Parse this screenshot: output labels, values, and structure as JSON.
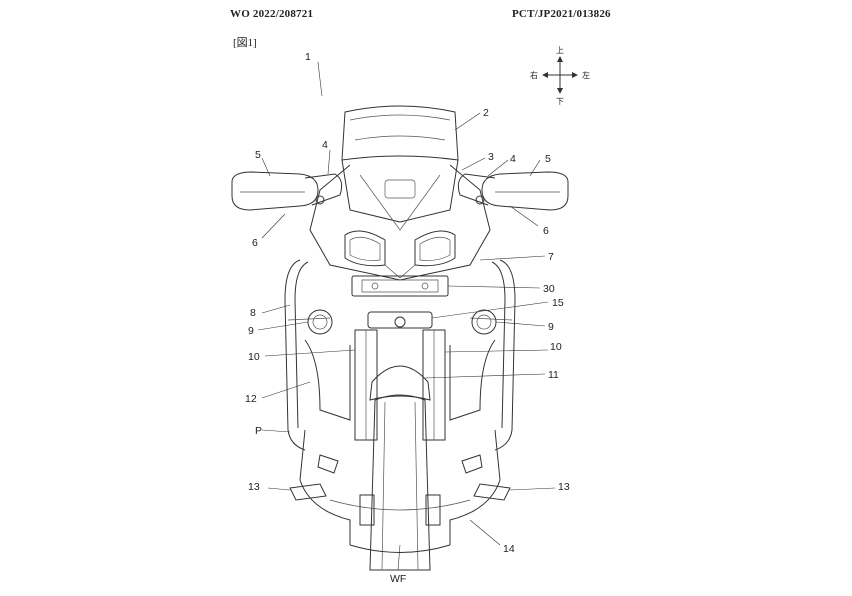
{
  "header": {
    "pub_number": "WO 2022/208721",
    "app_number": "PCT/JP2021/013826"
  },
  "figure": {
    "label": "[図1]"
  },
  "direction": {
    "up": "上",
    "down": "下",
    "right": "右",
    "left": "左"
  },
  "reference_numerals": {
    "vehicle": "1",
    "windscreen": "2",
    "cowl": "3",
    "mirror_left": "4",
    "mirror_right": "4",
    "handguard_left": "5",
    "handguard_right": "5",
    "lever_left": "6",
    "lever_right": "6",
    "front_cover": "7",
    "guard_pipe": "8",
    "fog_lamp_left": "9",
    "fog_lamp_right": "9",
    "fork_left": "10",
    "fork_right": "10",
    "fender": "11",
    "side_cover": "12",
    "step_left": "13",
    "step_right": "13",
    "under_cover": "14",
    "steering_stem": "15",
    "sensor_unit": "30",
    "pipe": "P",
    "front_wheel": "WF"
  }
}
